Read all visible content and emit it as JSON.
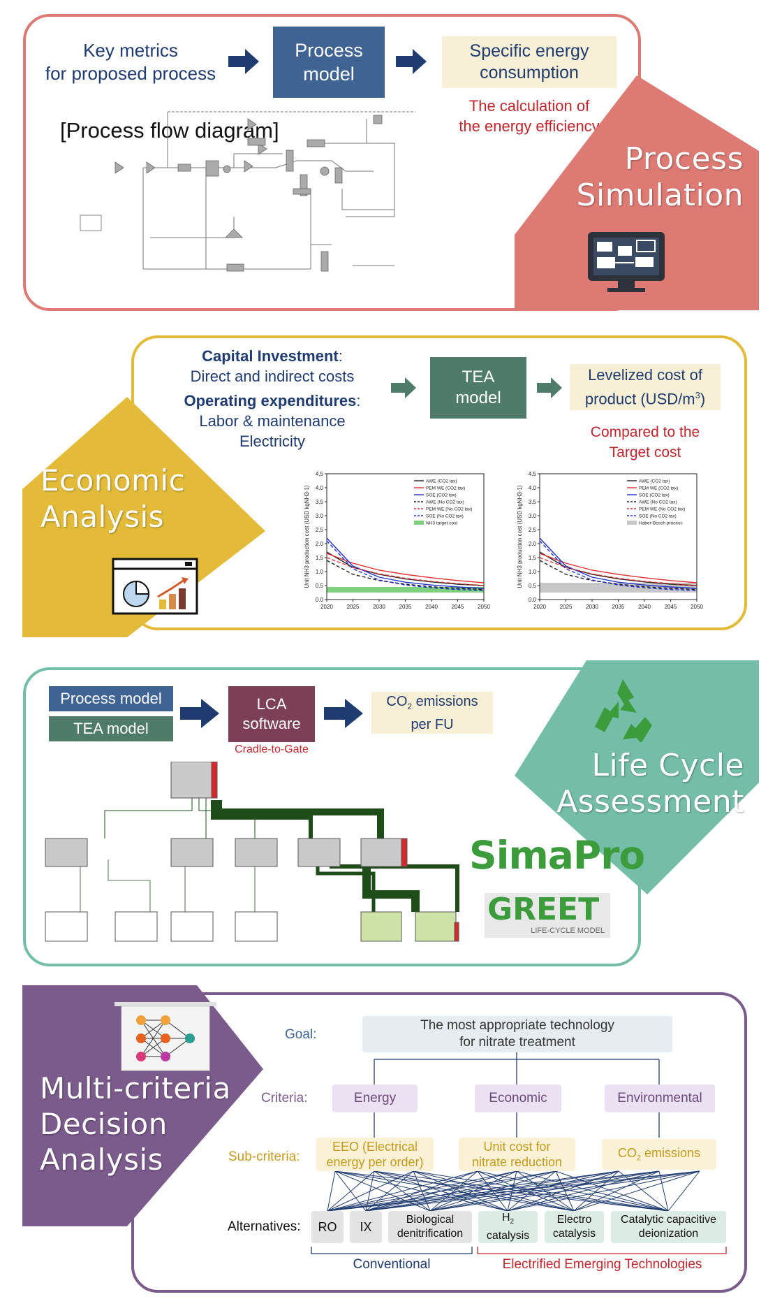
{
  "sections": {
    "process_simulation": {
      "title_line1": "Process",
      "title_line2": "Simulation",
      "key_metrics_line1": "Key metrics",
      "key_metrics_line2": "for proposed process",
      "process_model_line1": "Process",
      "process_model_line2": "model",
      "specific_energy_line1": "Specific energy",
      "specific_energy_line2": "consumption",
      "calc_note_line1": "The calculation of",
      "calc_note_line2": "the energy efficiency",
      "pfd_label": "[Process flow diagram]"
    },
    "economic_analysis": {
      "title_line1": "Economic",
      "title_line2": "Analysis",
      "capex_label": "Capital Investment",
      "capex_detail": "Direct and indirect costs",
      "opex_label": "Operating expenditures",
      "opex_detail1": "Labor & maintenance",
      "opex_detail2": "Electricity",
      "tea_line1": "TEA",
      "tea_line2": "model",
      "lcop_line1": "Levelized cost of",
      "lcop_line2a": "product (USD/m",
      "lcop_sup": "3",
      "lcop_line2b": ")",
      "compare_line1": "Compared to the",
      "compare_line2": "Target cost"
    },
    "lca": {
      "title_line1": "Life Cycle",
      "title_line2": "Assessment",
      "process_model": "Process model",
      "tea_model": "TEA model",
      "lca_line1": "LCA",
      "lca_line2": "software",
      "cradle": "Cradle-to-Gate",
      "co2_line1a": "CO",
      "co2_sub": "2",
      "co2_line1b": " emissions",
      "co2_line2": "per FU",
      "simapro": "SimaPro",
      "greet": "GREET",
      "greet_sub": "LIFE-CYCLE MODEL"
    },
    "mcda": {
      "title_line1": "Multi-criteria",
      "title_line2": "Decision",
      "title_line3": "Analysis",
      "goal_label": "Goal:",
      "goal_line1": "The most appropriate technology",
      "goal_line2": "for nitrate treatment",
      "criteria_label": "Criteria:",
      "criteria": [
        "Energy",
        "Economic",
        "Environmental"
      ],
      "subcriteria_label": "Sub-criteria:",
      "sub1_line1": "EEO (Electrical",
      "sub1_line2": "energy per order)",
      "sub2_line1": "Unit cost for",
      "sub2_line2": "nitrate reduction",
      "sub3a": "CO",
      "sub3_sub": "2",
      "sub3b": " emissions",
      "alternatives_label": "Alternatives:",
      "alt_ro": "RO",
      "alt_ix": "IX",
      "alt_bio_line1": "Biological",
      "alt_bio_line2": "denitrification",
      "alt_h2a": "H",
      "alt_h2_sub": "2",
      "alt_h2_line2": "catalysis",
      "alt_elec_line1": "Electro",
      "alt_elec_line2": "catalysis",
      "alt_ccdi_line1": "Catalytic capacitive",
      "alt_ccdi_line2": "deionization",
      "conventional": "Conventional",
      "emerging": "Electrified Emerging Technologies"
    }
  },
  "colors": {
    "process_sim": "#dd7a74",
    "economic": "#e3bb38",
    "lca": "#74bda9",
    "mcda": "#7b5b8c",
    "navy": "#1f3b70",
    "steel": "#3f6494",
    "tea_green": "#4e7c68",
    "lca_maroon": "#7c3f55",
    "cream": "#f8f0d6",
    "red": "#c0262c"
  },
  "chart_data": [
    {
      "type": "line",
      "ylabel": "Unit NH3 production cost (USD kgNH3-1)",
      "x": [
        2020,
        2025,
        2030,
        2035,
        2040,
        2045,
        2050
      ],
      "xlim": [
        2020,
        2050
      ],
      "ylim": [
        0.0,
        4.5
      ],
      "yticks": [
        "0.0",
        "0.5",
        "1.0",
        "1.5",
        "2.0",
        "2.5",
        "3.0",
        "3.5",
        "4.0",
        "4.5"
      ],
      "series": [
        {
          "name": "AWE (CO2 tax)",
          "color": "#222222",
          "dash": false,
          "values": [
            1.7,
            1.15,
            0.9,
            0.74,
            0.63,
            0.55,
            0.5
          ]
        },
        {
          "name": "PEM WE (CO2 tax)",
          "color": "#e03030",
          "dash": false,
          "values": [
            1.65,
            1.3,
            1.05,
            0.9,
            0.78,
            0.68,
            0.6
          ]
        },
        {
          "name": "SOE (CO2 tax)",
          "color": "#2233cc",
          "dash": false,
          "values": [
            2.2,
            1.2,
            0.8,
            0.62,
            0.52,
            0.45,
            0.4
          ]
        },
        {
          "name": "AWE (No CO2 tax)",
          "color": "#222222",
          "dash": true,
          "values": [
            1.4,
            0.9,
            0.68,
            0.55,
            0.46,
            0.4,
            0.36
          ]
        },
        {
          "name": "PEM WE (No CO2 tax)",
          "color": "#e03030",
          "dash": true,
          "values": [
            1.5,
            1.15,
            0.92,
            0.76,
            0.65,
            0.57,
            0.5
          ]
        },
        {
          "name": "SOE (No CO2 tax)",
          "color": "#2233cc",
          "dash": true,
          "values": [
            2.1,
            1.1,
            0.7,
            0.52,
            0.42,
            0.36,
            0.32
          ]
        }
      ],
      "band": {
        "name": "NH3 target cost",
        "color": "#7fd07f",
        "range": [
          0.25,
          0.45
        ]
      },
      "legend_position": "top-right"
    },
    {
      "type": "line",
      "ylabel": "Unit NH3 production cost (USD kgNH3-1)",
      "x": [
        2020,
        2025,
        2030,
        2035,
        2040,
        2045,
        2050
      ],
      "xlim": [
        2020,
        2050
      ],
      "ylim": [
        0.0,
        4.5
      ],
      "yticks": [
        "0.0",
        "0.5",
        "1.0",
        "1.5",
        "2.0",
        "2.5",
        "3.0",
        "3.5",
        "4.0",
        "4.5"
      ],
      "series": [
        {
          "name": "AWE (CO2 tax)",
          "color": "#222222",
          "dash": false,
          "values": [
            1.7,
            1.15,
            0.9,
            0.74,
            0.63,
            0.55,
            0.5
          ]
        },
        {
          "name": "PEM WE (CO2 tax)",
          "color": "#e03030",
          "dash": false,
          "values": [
            1.65,
            1.3,
            1.05,
            0.9,
            0.78,
            0.68,
            0.6
          ]
        },
        {
          "name": "SOE (CO2 tax)",
          "color": "#2233cc",
          "dash": false,
          "values": [
            2.2,
            1.2,
            0.8,
            0.62,
            0.52,
            0.45,
            0.4
          ]
        },
        {
          "name": "AWE (No CO2 tax)",
          "color": "#222222",
          "dash": true,
          "values": [
            1.4,
            0.9,
            0.68,
            0.55,
            0.46,
            0.4,
            0.36
          ]
        },
        {
          "name": "PEM WE (No CO2 tax)",
          "color": "#e03030",
          "dash": true,
          "values": [
            1.5,
            1.15,
            0.92,
            0.76,
            0.65,
            0.57,
            0.5
          ]
        },
        {
          "name": "SOE (No CO2 tax)",
          "color": "#2233cc",
          "dash": true,
          "values": [
            2.1,
            1.1,
            0.7,
            0.52,
            0.42,
            0.36,
            0.32
          ]
        }
      ],
      "band": {
        "name": "Haber-Bosch process",
        "color": "#c8c8c8",
        "range": [
          0.25,
          0.6
        ]
      },
      "legend_position": "top-right"
    }
  ]
}
